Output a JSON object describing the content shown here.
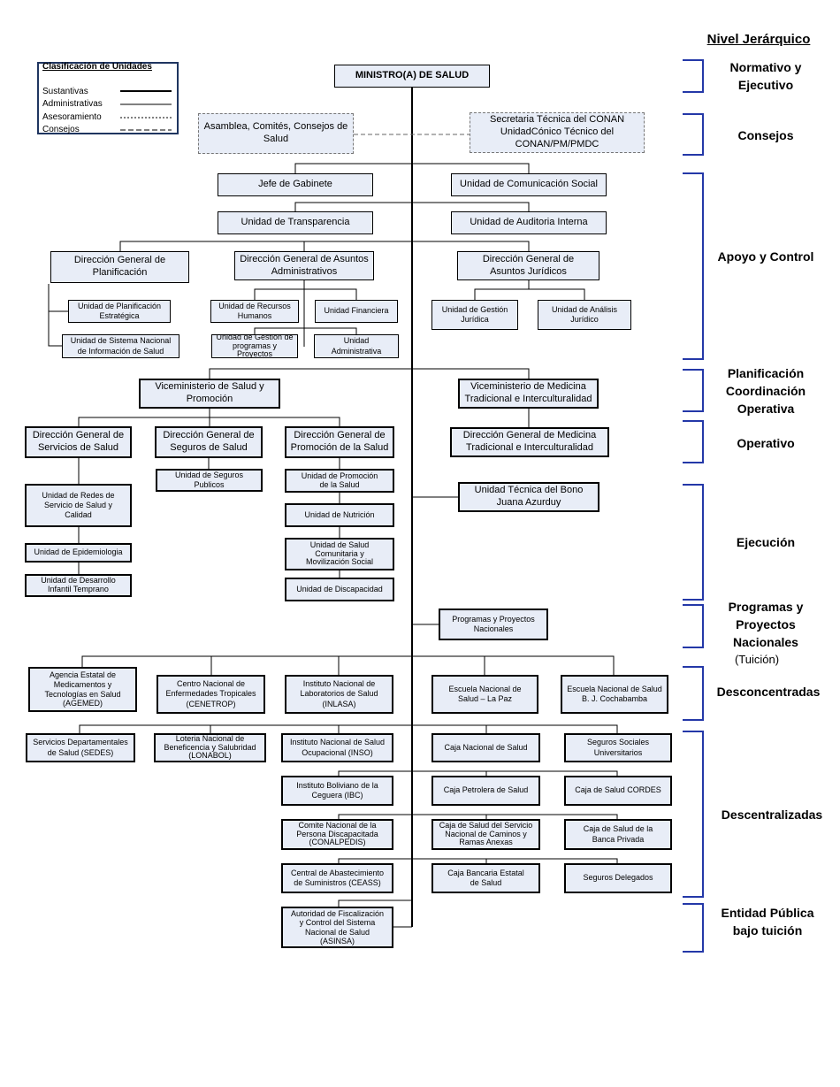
{
  "header": {
    "nivel_title": "Nivel Jerárquico"
  },
  "legend": {
    "title": "Clasificación de Unidades",
    "items": [
      "Sustantivas",
      "Administrativas",
      "Asesoramiento",
      "Consejos"
    ]
  },
  "levels": [
    {
      "lines": [
        "Normativo y",
        "Ejecutivo"
      ]
    },
    {
      "lines": [
        "Consejos"
      ]
    },
    {
      "lines": [
        "Apoyo y Control"
      ]
    },
    {
      "lines": [
        "Planificación",
        "Coordinación",
        "Operativa"
      ]
    },
    {
      "lines": [
        "Operativo"
      ]
    },
    {
      "lines": [
        "Ejecución"
      ]
    },
    {
      "lines": [
        "Programas y",
        "Proyectos",
        "Nacionales"
      ],
      "sub": "(Tuición)"
    },
    {
      "lines": [
        "Desconcentradas"
      ]
    },
    {
      "lines": [
        "Descentralizadas"
      ]
    },
    {
      "lines": [
        "Entidad Pública",
        "bajo tuición"
      ]
    }
  ],
  "units": {
    "ministro": "MINISTRO(A) DE SALUD",
    "asamblea": "Asamblea, Comités, Consejos de Salud",
    "secretaria": "Secretaria Técnica del CONAN UnidadCónico Técnico del CONAN/PM/PMDC",
    "jefe_gabinete": "Jefe de Gabinete",
    "comunicacion": "Unidad de Comunicación Social",
    "transparencia": "Unidad de Transparencia",
    "auditoria": "Unidad de Auditoria Interna",
    "dg_planificacion": "Dirección General de Planificación",
    "dg_administrativos": "Dirección General de Asuntos Administrativos",
    "dg_juridicos": "Dirección General de Asuntos Jurídicos",
    "u_plan_estrategica": "Unidad de Planificación Estratégica",
    "u_sist_info": "Unidad de Sistema Nacional de Información de Salud",
    "u_rrhh": "Unidad de Recursos Humanos",
    "u_financiera": "Unidad Financiera",
    "u_gestion_prog": "Unidad de Gestión de programas y Proyectos",
    "u_administrativa": "Unidad Administrativa",
    "u_gestion_juridica": "Unidad de Gestión Jurídica",
    "u_analisis_juridico": "Unidad de Análisis Jurídico",
    "vice_salud": "Viceministerio de Salud y Promoción",
    "vice_medicina": "Viceministerio de Medicina Tradicional e Interculturalidad",
    "dg_servicios": "Dirección General de Servicios de Salud",
    "dg_seguros": "Dirección General de Seguros de Salud",
    "dg_promocion": "Dirección General de Promoción de la Salud",
    "dg_medicina": "Dirección General de Medicina Tradicional e Interculturalidad",
    "u_redes": "Unidad de Redes de Servicio de Salud y Calidad",
    "u_seguros_publicos": "Unidad de Seguros Publicos",
    "u_promocion": "Unidad de Promoción de la Salud",
    "u_nutricion": "Unidad de Nutrición",
    "u_epidemiologia": "Unidad de Epidemiologia",
    "u_desarrollo": "Unidad de Desarrollo Infantil Temprano",
    "u_comunitaria": "Unidad de Salud Comunitaria y Movilización Social",
    "u_discapacidad": "Unidad de Discapacidad",
    "u_bono": "Unidad Técnica del Bono Juana Azurduy",
    "programas": "Programas y Proyectos Nacionales",
    "agemed": "Agencia Estatal de Medicamentos y Tecnologías en Salud (AGEMED)",
    "cenetrop": "Centro Nacional de Enfermedades Tropicales (CENETROP)",
    "inlasa": "Instituto Nacional de Laboratorios de Salud (INLASA)",
    "esc_lapaz": "Escuela Nacional de Salud – La Paz",
    "esc_cochabamba": "Escuela Nacional de Salud B. J. Cochabamba",
    "sedes": "Servicios Departamentales de Salud (SEDES)",
    "lonabol": "Loteria Nacional de Beneficencia y Salubridad (LONABOL)",
    "inso": "Instituto Nacional de Salud Ocupacional (INSO)",
    "caja_nacional": "Caja Nacional de Salud",
    "seguros_univ": "Seguros Sociales Universitarios",
    "ibc": "Instituto Boliviano de la Ceguera (IBC)",
    "caja_petrolera": "Caja Petrolera de Salud",
    "caja_cordes": "Caja de Salud CORDES",
    "conalpedis": "Comite Nacional de la Persona Discapacitada (CONALPEDIS)",
    "caja_caminos": "Caja de Salud del Servicio Nacional de Caminos y Ramas Anexas",
    "caja_banca": "Caja de Salud de la Banca Privada",
    "ceass": "Central de Abastecimiento de Suministros (CEASS)",
    "caja_bancaria": "Caja Bancaria Estatal de Salud",
    "seguros_delegados": "Seguros Delegados",
    "asinsa": "Autoridad de Fiscalización y Control del Sistema Nacional de Salud (ASINSA)"
  },
  "colors": {
    "box_fill": "#e8edf7",
    "bracket": "#2438a8",
    "legend_border": "#1f3560"
  }
}
